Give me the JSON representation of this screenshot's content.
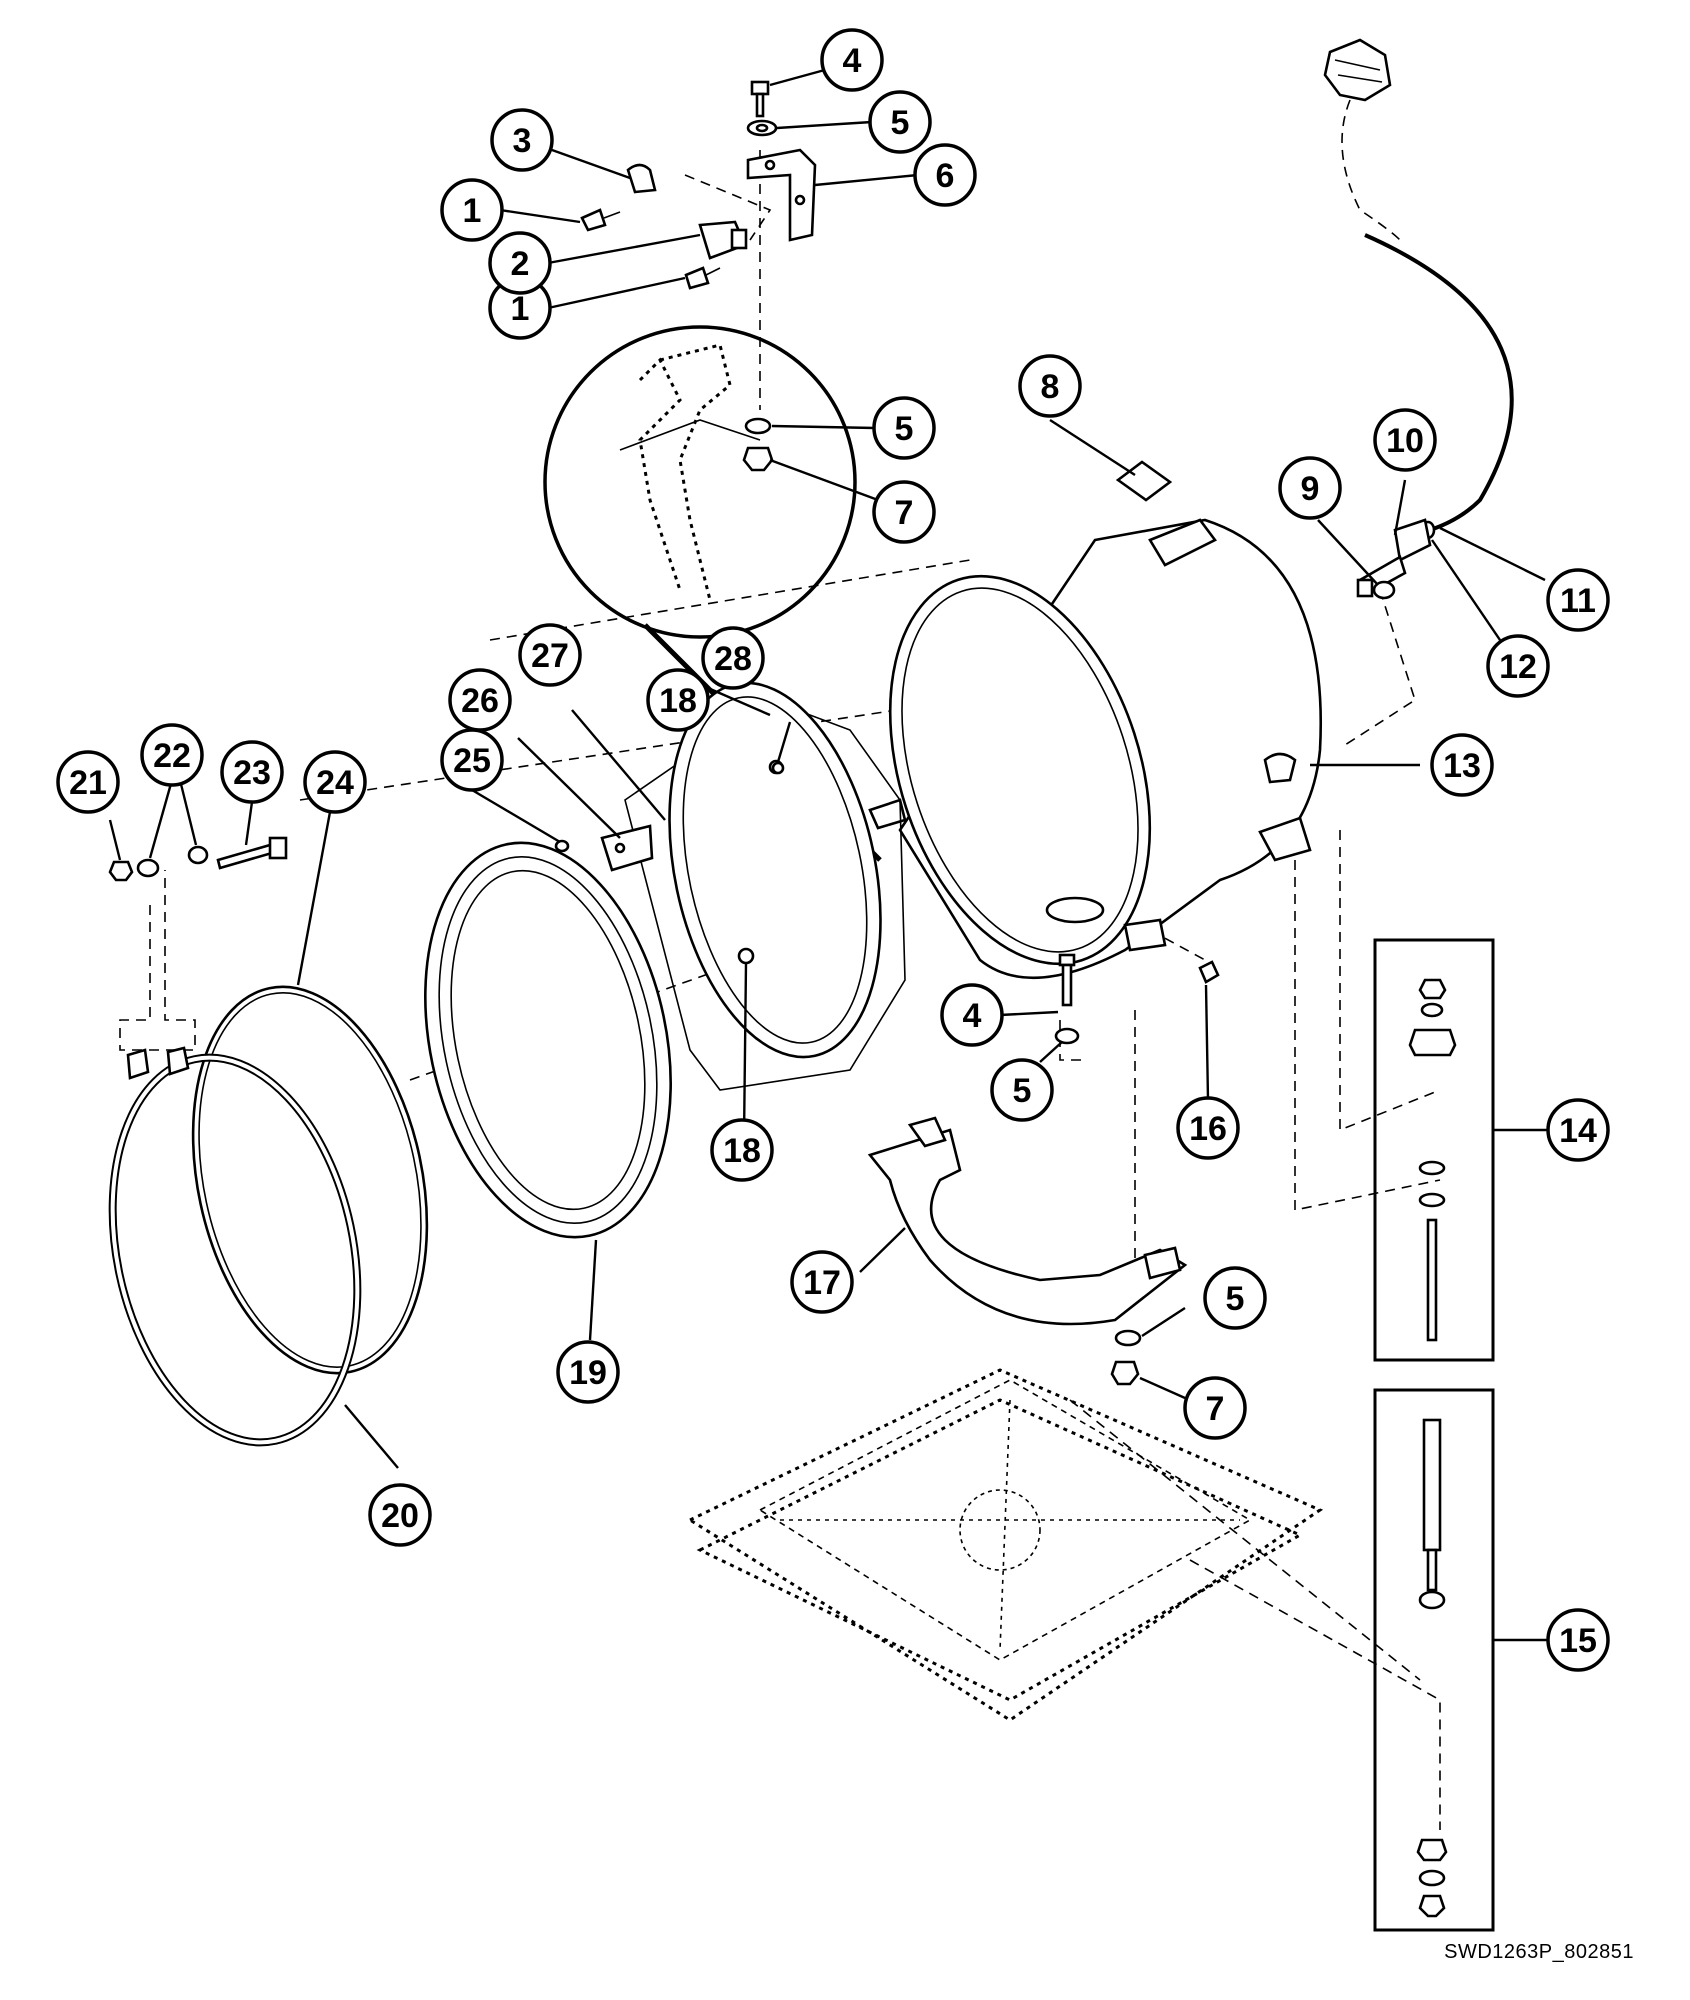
{
  "drawing_code": "SWD1263P_802851",
  "callouts": [
    {
      "label": "1"
    },
    {
      "label": "1"
    },
    {
      "label": "2"
    },
    {
      "label": "3"
    },
    {
      "label": "4"
    },
    {
      "label": "4"
    },
    {
      "label": "5"
    },
    {
      "label": "5"
    },
    {
      "label": "5"
    },
    {
      "label": "5"
    },
    {
      "label": "6"
    },
    {
      "label": "7"
    },
    {
      "label": "7"
    },
    {
      "label": "8"
    },
    {
      "label": "9"
    },
    {
      "label": "10"
    },
    {
      "label": "11"
    },
    {
      "label": "12"
    },
    {
      "label": "13"
    },
    {
      "label": "14"
    },
    {
      "label": "15"
    },
    {
      "label": "16"
    },
    {
      "label": "17"
    },
    {
      "label": "18"
    },
    {
      "label": "18"
    },
    {
      "label": "19"
    },
    {
      "label": "20"
    },
    {
      "label": "21"
    },
    {
      "label": "22"
    },
    {
      "label": "23"
    },
    {
      "label": "24"
    },
    {
      "label": "25"
    },
    {
      "label": "26"
    },
    {
      "label": "27"
    },
    {
      "label": "28"
    }
  ]
}
